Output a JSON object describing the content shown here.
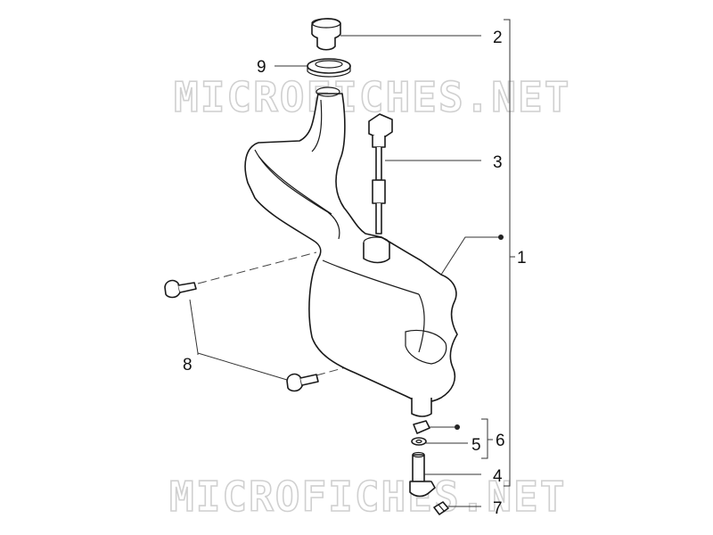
{
  "diagram": {
    "watermark_top": "MICROFICHES.NET",
    "watermark_bottom": "MICROFICHES.NET",
    "callouts": {
      "c1": "1",
      "c2": "2",
      "c3": "3",
      "c4": "4",
      "c5": "5",
      "c6": "6",
      "c7": "7",
      "c8": "8",
      "c9": "9"
    },
    "colors": {
      "line": "#1a1a1a",
      "watermark": "#d0d0d0",
      "background": "#ffffff"
    }
  }
}
